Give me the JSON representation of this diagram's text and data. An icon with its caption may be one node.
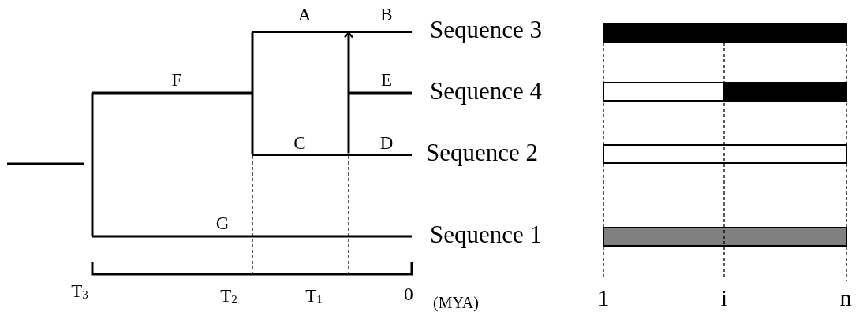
{
  "diagram": {
    "nodes": [
      {
        "text": [
          "Sequence 3"
        ]
      },
      {
        "text": [
          "Sequence 4"
        ]
      },
      {
        "text": [
          "Sequence 2"
        ]
      },
      {
        "text": [
          "Sequence 1"
        ]
      },
      {
        "text": [],
        "shape": "bar",
        "beside": [
          "A",
          "B"
        ]
      },
      {
        "text": [],
        "shape": "bar",
        "beside": [
          "C",
          "D"
        ]
      }
    ],
    "edges": [
      {
        "from": 5,
        "to": 4,
        "arrow": "to"
      }
    ],
    "labels": [
      "F",
      "E",
      "G",
      "T$_{3}$",
      "T$_{2}$",
      "T$_{1}$",
      "0",
      "(MYA)",
      "1",
      "i",
      "n"
    ]
  }
}
